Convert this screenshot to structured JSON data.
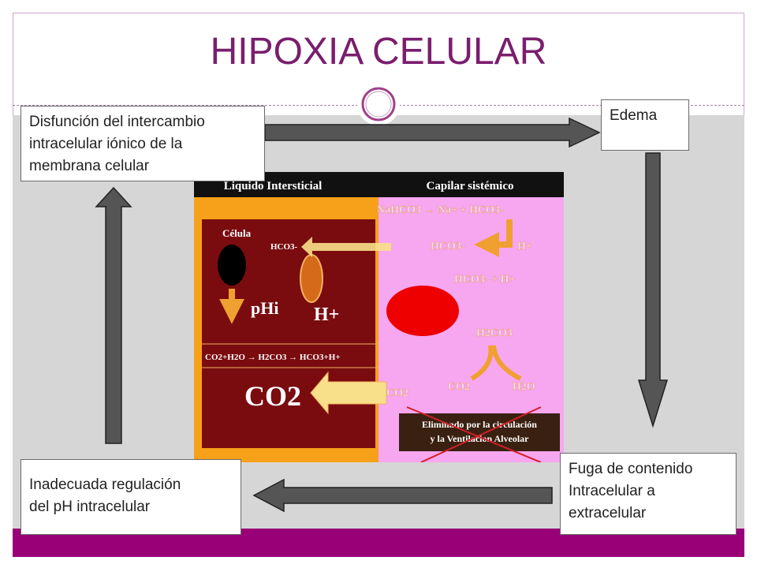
{
  "title": "HIPOXIA CELULAR",
  "colors": {
    "title": "#7a1e6e",
    "band": "#990077",
    "background_panel": "#d6d6d6",
    "arrow_fill": "#555555",
    "inset_orange": "#f7a11a",
    "inset_maroon": "#7a0c10",
    "inset_pink": "#f7a6f0",
    "inset_red": "#ee0000"
  },
  "boxes": {
    "top_left": [
      "Disfunción del intercambio",
      "intracelular iónico de la",
      "membrana celular"
    ],
    "top_right": [
      "Edema"
    ],
    "bottom_right": [
      "Fuga de contenido",
      "Intracelular a",
      "extracelular"
    ],
    "bottom_left": [
      "Inadecuada regulación",
      "del pH intracelular"
    ]
  },
  "inset": {
    "header_left": "Liquido Intersticial",
    "header_right": "Capilar sistémico",
    "cell_label": "Célula",
    "hco3_cell": "HCO3-",
    "phi": "pHi",
    "h_plus": "H+",
    "reaction_cell": "CO2+H2O → H2CO3 → HCO3+H+",
    "co2_big": "CO2",
    "nahco3": "NaHCO3 → Na+ + HCO3-",
    "hco3_cap": "HCO3-",
    "h_cap": "H+",
    "hco3_h": "HCO3- + H+",
    "h2co3": "H2CO3",
    "co2_left": "CO2",
    "co2_right": "CO2",
    "h2o": "H2O",
    "eliminated": [
      "Eliminado por la circulación",
      "y la Ventilacion Alveolar"
    ]
  }
}
